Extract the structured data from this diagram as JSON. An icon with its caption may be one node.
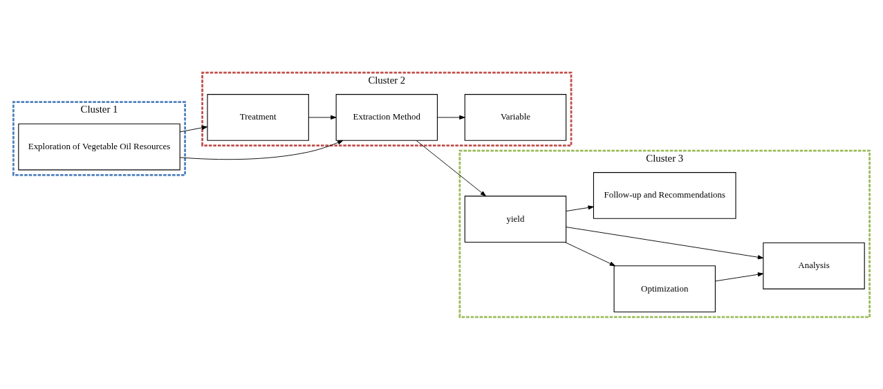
{
  "diagram": {
    "nodes": [
      {
        "text": [
          "Cluster 1"
        ]
      },
      {
        "text": [
          "Cluster 2"
        ]
      },
      {
        "text": [
          "Cluster 3"
        ]
      },
      {
        "text": [
          "Exploration of Vegetable Oil Resources"
        ],
        "in": 0
      },
      {
        "text": [
          "Treatment"
        ],
        "in": 1
      },
      {
        "text": [
          "Extraction Method"
        ],
        "in": 1
      },
      {
        "text": [
          "Variable"
        ],
        "in": 1
      },
      {
        "text": [
          "yield"
        ],
        "in": 2
      },
      {
        "text": [
          "Optimization"
        ],
        "in": 2
      },
      {
        "text": [
          "Analysis"
        ],
        "in": 2
      },
      {
        "text": [
          "Follow-up and Recommendations"
        ],
        "in": 2
      }
    ],
    "edges": [
      {
        "from": 3,
        "to": 4,
        "arrow": "to"
      },
      {
        "from": 3,
        "to": 5,
        "arrow": "to"
      },
      {
        "from": 4,
        "to": 5,
        "arrow": "to"
      },
      {
        "from": 5,
        "to": 6,
        "arrow": "to"
      },
      {
        "from": 5,
        "to": 7,
        "arrow": "to"
      },
      {
        "from": 7,
        "to": 8,
        "arrow": "to"
      },
      {
        "from": 8,
        "to": 9,
        "arrow": "to"
      },
      {
        "from": 7,
        "to": 9,
        "arrow": "to"
      },
      {
        "from": 7,
        "to": 10,
        "arrow": "to"
      }
    ]
  }
}
